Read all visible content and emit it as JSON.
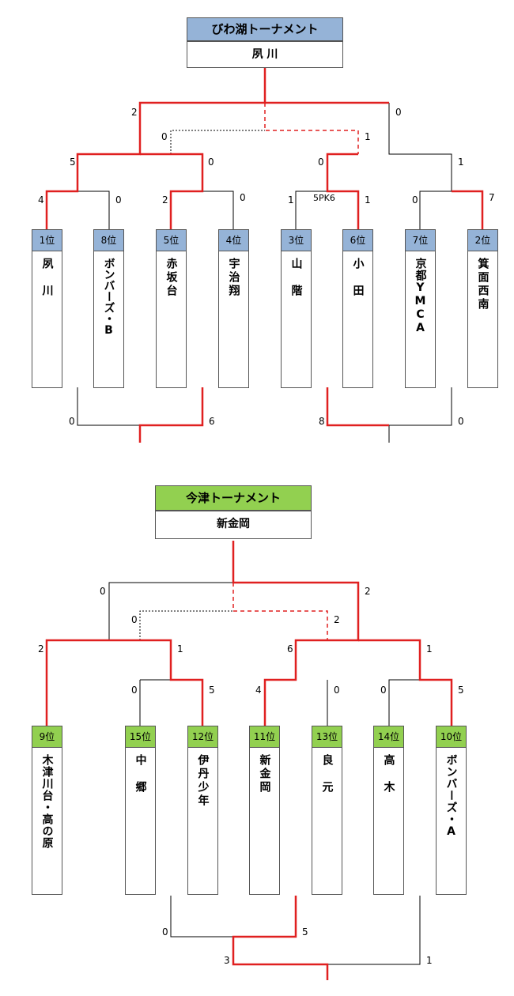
{
  "colors": {
    "win_line": "#e02020",
    "lose_line": "#000000",
    "tournament1_header": "#95b3d7",
    "tournament2_header": "#92d050"
  },
  "tournament1": {
    "title": "びわ湖トーナメント",
    "winner": "夙 川",
    "teams": [
      {
        "rank": "1位",
        "name": "夙川"
      },
      {
        "rank": "8位",
        "name": "ボンバーズ・B"
      },
      {
        "rank": "5位",
        "name": "赤坂台"
      },
      {
        "rank": "4位",
        "name": "宇治翔"
      },
      {
        "rank": "3位",
        "name": "山階"
      },
      {
        "rank": "6位",
        "name": "小田"
      },
      {
        "rank": "7位",
        "name": "京都YMCA"
      },
      {
        "rank": "2位",
        "name": "箕面西南"
      }
    ],
    "scores": {
      "r1_m1_left": "4",
      "r1_m1_right": "0",
      "r1_m2_left": "2",
      "r1_m2_right": "0",
      "r1_m3_left": "1",
      "r1_m3_right": "1",
      "r1_m3_pk": "5PK6",
      "r1_m4_left": "0",
      "r1_m4_right": "7",
      "qf_left_top": "5",
      "qf_left_bottom": "0",
      "qf_right_top": "0",
      "qf_right_bottom": "1",
      "third_left": "0",
      "third_right": "1",
      "final_left": "2",
      "final_right": "0",
      "place_left_a": "0",
      "place_left_b": "6",
      "place_right_a": "8",
      "place_right_b": "0"
    }
  },
  "tournament2": {
    "title": "今津トーナメント",
    "winner": "新金岡",
    "teams": [
      {
        "rank": "9位",
        "name": "木津川台・高の原"
      },
      {
        "rank": "15位",
        "name": "中郷"
      },
      {
        "rank": "12位",
        "name": "伊丹少年"
      },
      {
        "rank": "11位",
        "name": "新金岡"
      },
      {
        "rank": "13位",
        "name": "良元"
      },
      {
        "rank": "14位",
        "name": "高木"
      },
      {
        "rank": "10位",
        "name": "ボンバーズ・A"
      }
    ],
    "scores": {
      "r1_m1_left": "0",
      "r1_m1_right": "5",
      "r1_m2_left": "4",
      "r1_m2_right": "0",
      "r1_m3_left": "0",
      "r1_m3_right": "5",
      "sf_left_top": "2",
      "sf_left_bottom": "1",
      "sf_right_top": "6",
      "sf_right_bottom": "1",
      "third_left": "0",
      "third_right": "2",
      "final_left": "0",
      "final_right": "2",
      "place_a_left": "0",
      "place_a_right": "5",
      "place_b_left": "3",
      "place_b_right": "1"
    }
  }
}
